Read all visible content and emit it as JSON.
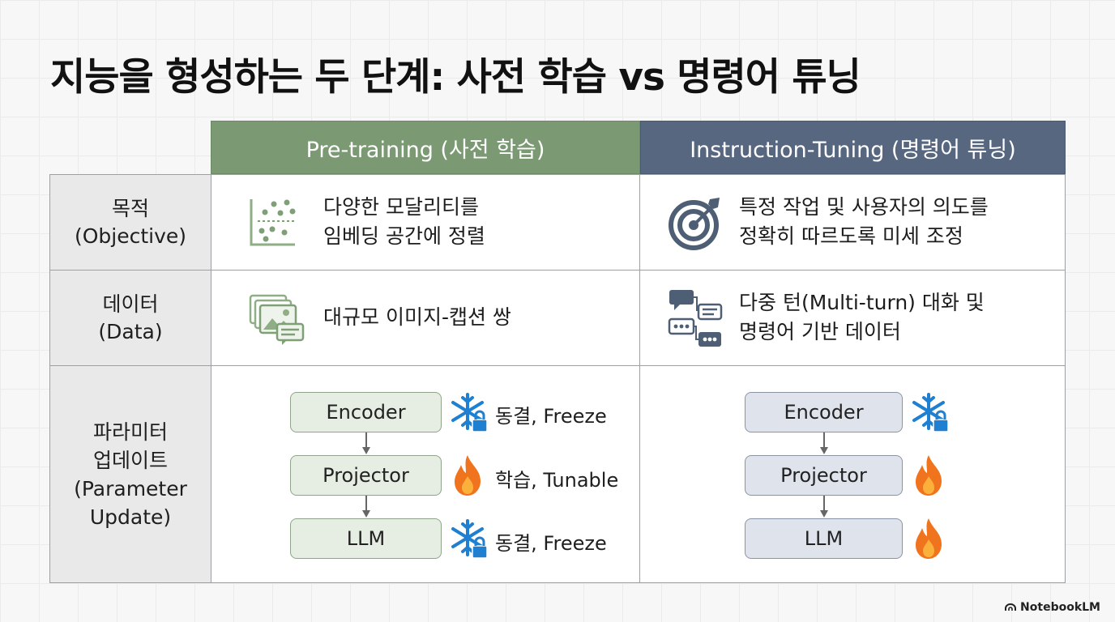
{
  "title": "지능을 형성하는 두 단계: 사전 학습 vs 명령어 튜닝",
  "columns": {
    "pretraining": "Pre-training (사전 학습)",
    "instruction": "Instruction-Tuning (명령어 튜닝)"
  },
  "rows": {
    "objective": {
      "label_ko": "목적",
      "label_en": "(Objective)",
      "pre_line1": "다양한 모달리티를",
      "pre_line2": "임베딩 공간에 정렬",
      "inst_line1": "특정 작업 및 사용자의 의도를",
      "inst_line2": "정확히 따르도록 미세 조정"
    },
    "data": {
      "label_ko": "데이터",
      "label_en": "(Data)",
      "pre_line1": "대규모 이미지-캡션 쌍",
      "inst_line1": "다중 턴(Multi-turn) 대화 및",
      "inst_line2": "명령어 기반 데이터"
    },
    "params": {
      "label_l1": "파라미터",
      "label_l2": "업데이트",
      "label_l3": "(Parameter",
      "label_l4": "Update)",
      "modules": [
        "Encoder",
        "Projector",
        "LLM"
      ],
      "pre_status": [
        "동결, Freeze",
        "학습, Tunable",
        "동결, Freeze"
      ]
    }
  },
  "icons": {
    "objective_pre": "scatter-plot-icon",
    "objective_inst": "target-icon",
    "data_pre": "image-caption-icon",
    "data_inst": "chat-bubbles-icon",
    "frozen": "snowflake-lock-icon",
    "tunable": "flame-icon"
  },
  "colors": {
    "pretraining_header": "#7b9a73",
    "instruction_header": "#56677f",
    "frozen": "#1f7fd0",
    "tunable": "#f0731e"
  },
  "brand": "NotebookLM"
}
